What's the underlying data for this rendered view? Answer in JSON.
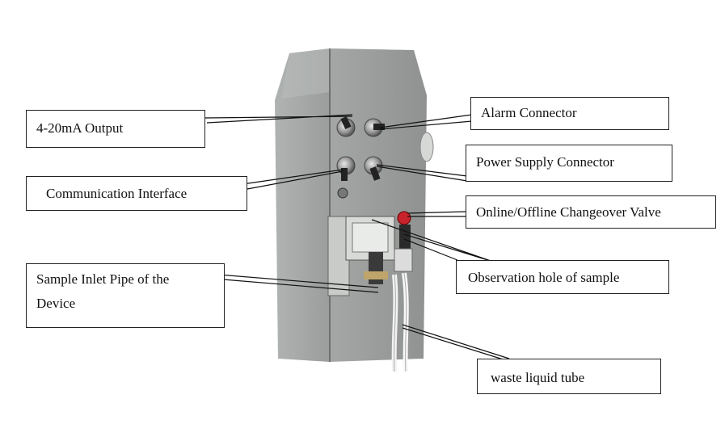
{
  "labels": {
    "output_4_20ma": "4-20mA Output",
    "alarm_connector": "Alarm Connector",
    "power_supply_connector": "Power Supply Connector",
    "communication_interface": "Communication Interface",
    "changeover_valve": "Online/Offline Changeover Valve",
    "observation_hole": "Observation hole of sample",
    "sample_inlet_line1": "Sample Inlet Pipe of the",
    "sample_inlet_line2": "Device",
    "waste_liquid_tube": "waste liquid tube"
  },
  "colors": {
    "cabinet_body": "#a6a9a7",
    "cabinet_front": "#9b9e9c",
    "cabinet_top": "#b9bcba",
    "knob_red": "#c8232c",
    "box_border": "#222222"
  }
}
